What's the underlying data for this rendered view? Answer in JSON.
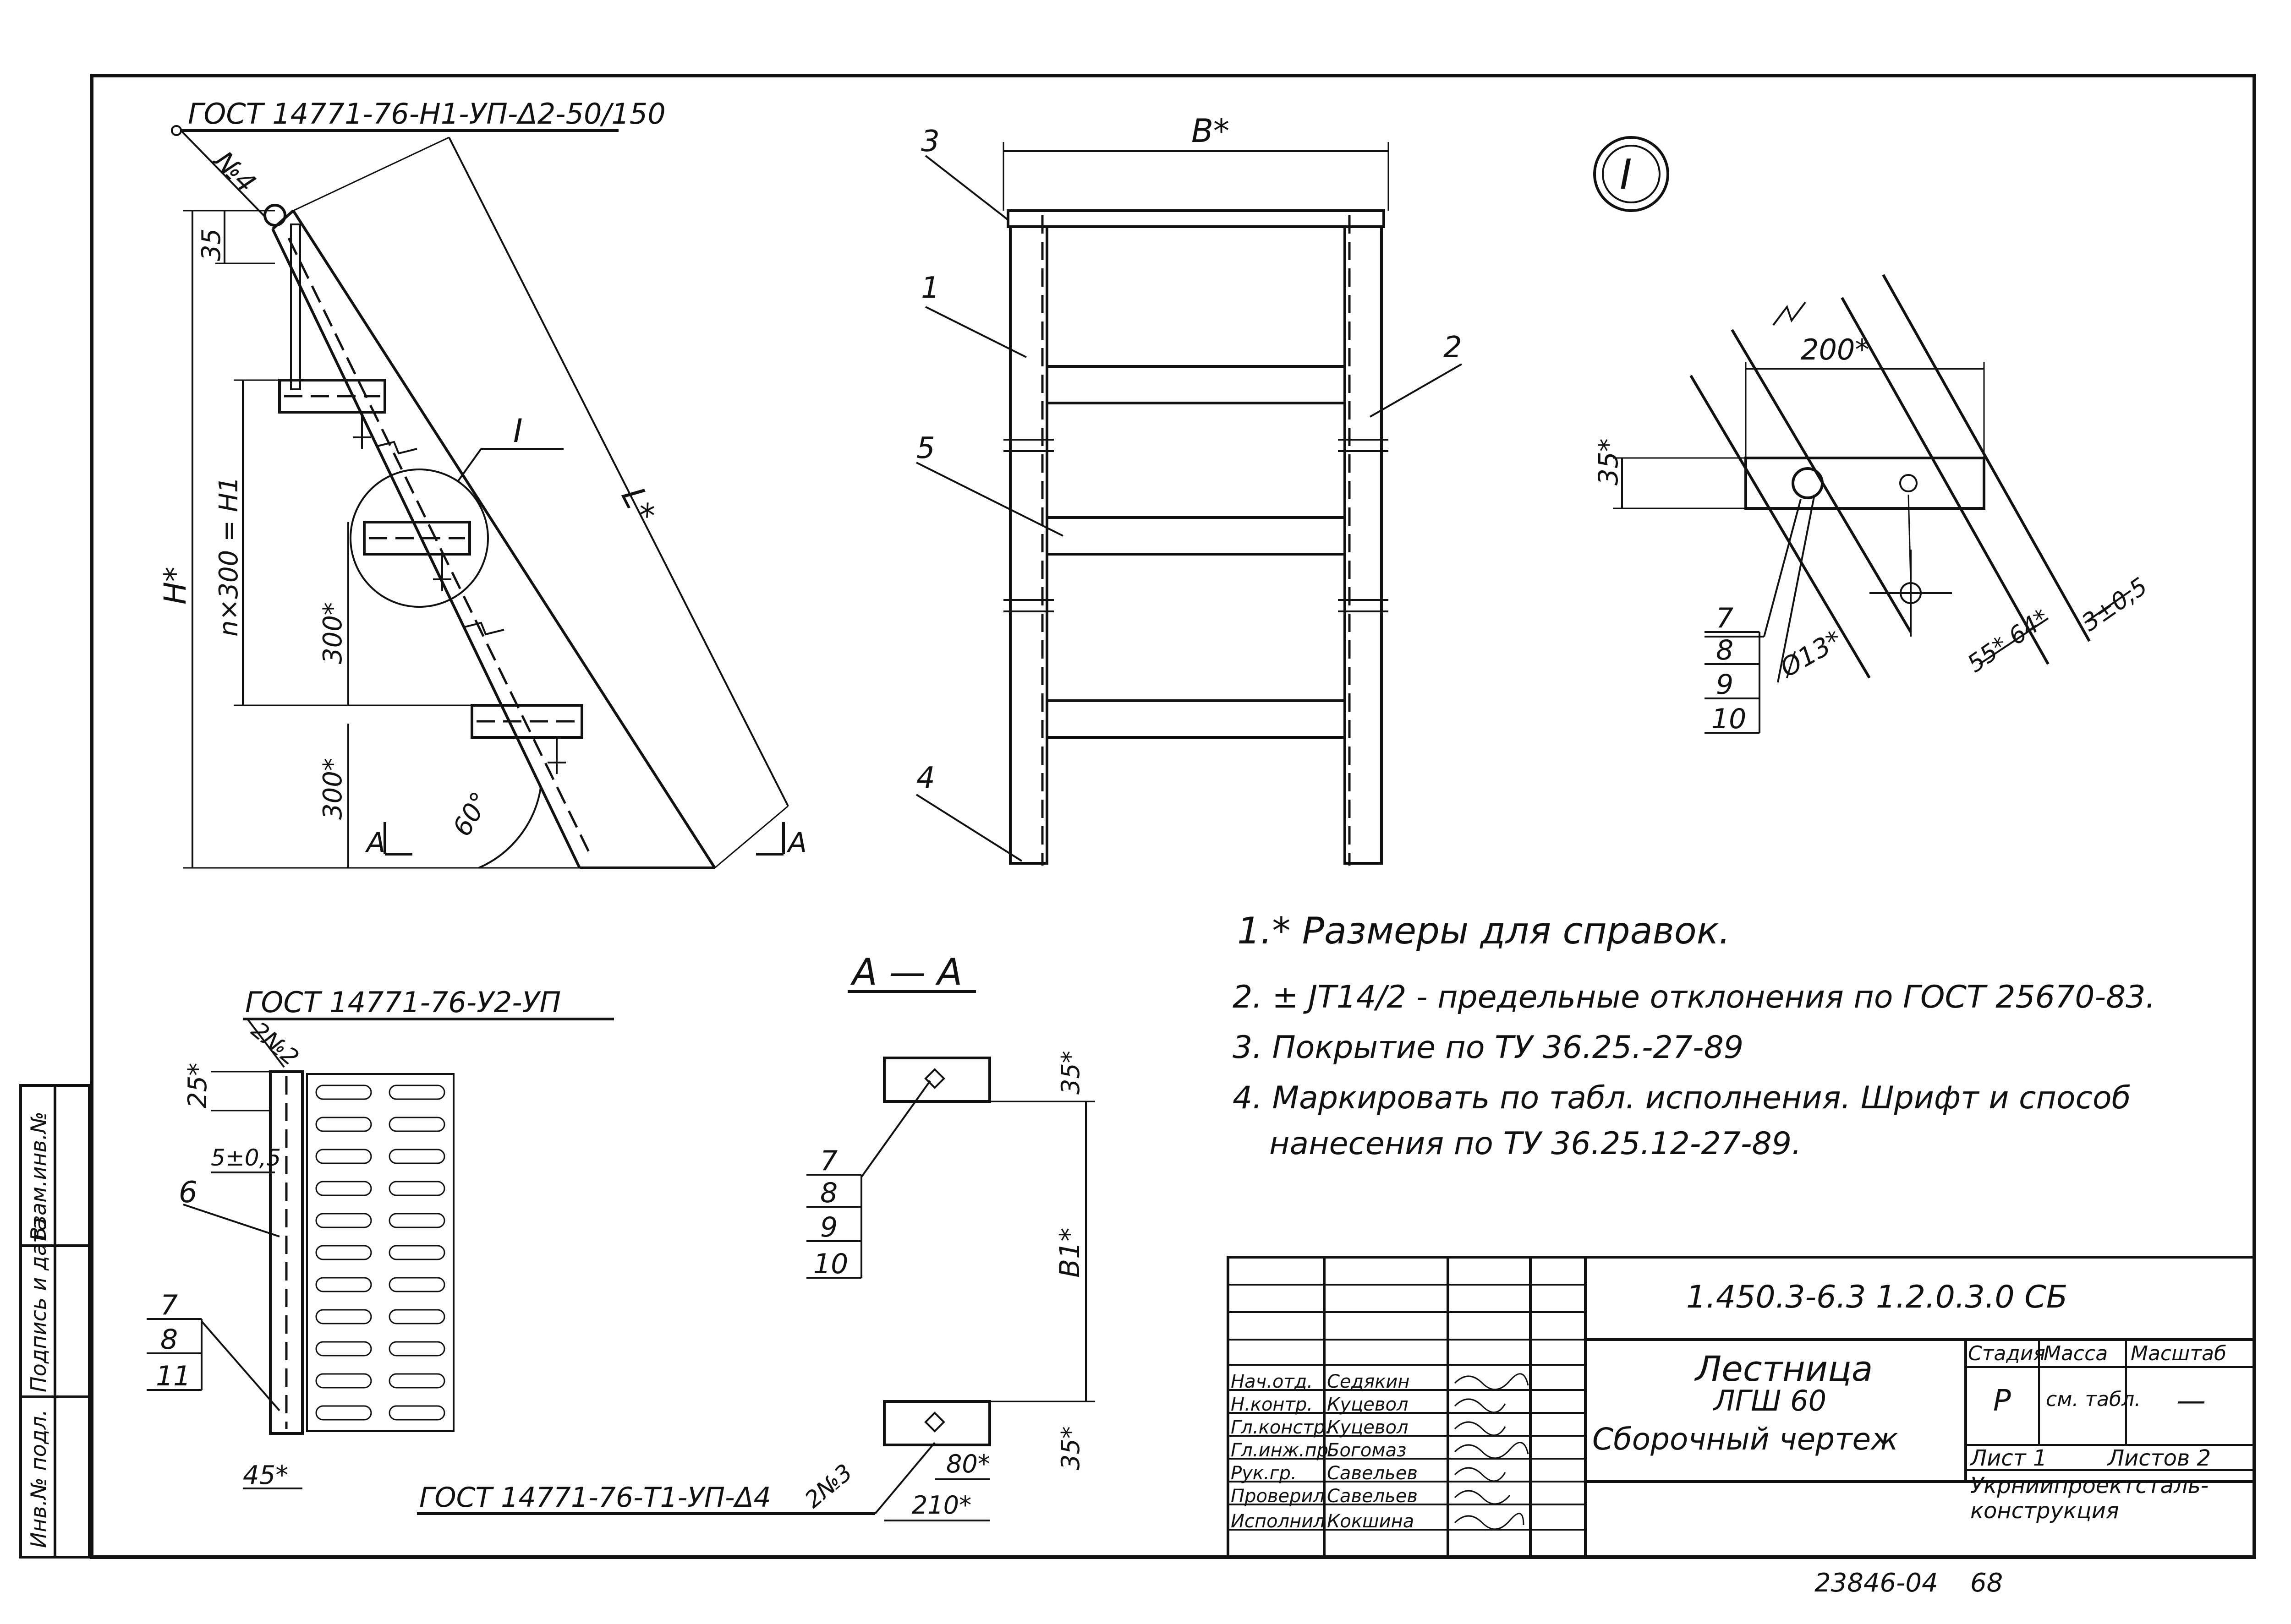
{
  "gost_top": "ГОСТ 14771-76-Н1-УП-Δ2-50/150",
  "gost_left": "ГОСТ 14771-76-У2-УП",
  "gost_bottom": "ГОСТ 14771-76-Т1-УП-Δ4",
  "weld_no": {
    "n4": "№4",
    "n2": "2№2",
    "n3": "2№3"
  },
  "detail_circle": "I",
  "section_title": "A — A",
  "section_mark": "A",
  "dims": {
    "b": "B*",
    "l": "L*",
    "h": "H*",
    "h1": "n×300 = H1",
    "d300a": "300*",
    "d300b": "300*",
    "d35": "35",
    "angle": "60°",
    "d200": "200*",
    "d35b": "35*",
    "d13": "Ø13*",
    "d55": "55*",
    "d64": "64*",
    "d3": "3±0,5",
    "d25": "25*",
    "d5": "5±0,5",
    "d45": "45*",
    "d35c": "35*",
    "d35d": "35*",
    "d80": "80*",
    "d210": "210*",
    "b1": "B1*"
  },
  "part_labels": {
    "p1": "1",
    "p2": "2",
    "p3": "3",
    "p4": "4",
    "p5": "5",
    "p6": "6",
    "pI": "I"
  },
  "stack_detail": [
    "7",
    "8",
    "9",
    "10"
  ],
  "stack_section": [
    "7",
    "8",
    "9",
    "10"
  ],
  "stack_left": [
    "7",
    "8",
    "11"
  ],
  "notes": [
    "1.* Размеры для справок.",
    "2. ± JT14/2 - предельные отклонения по ГОСТ 25670-83.",
    "3. Покрытие по ТУ 36.25.-27-89",
    "4. Маркировать по табл. исполнения. Шрифт и способ",
    "нанесения по ТУ 36.25.12-27-89."
  ],
  "title_block": {
    "doc_code": "1.450.3-6.3 1.2.0.3.0 СБ",
    "name_line1": "Лестница",
    "name_line2": "ЛГШ 60",
    "name_line3": "Сборочный чертеж",
    "hdr_stage": "Стадия",
    "hdr_mass": "Масса",
    "hdr_scale": "Масштаб",
    "stage": "Р",
    "mass": "см. табл.",
    "scale": "—",
    "sheet": "Лист 1",
    "sheets": "Листов 2",
    "org_line1": "Укрниипроектсталь-",
    "org_line2": "конструкция",
    "signers": [
      {
        "role": "Нач.отд.",
        "name": "Седякин"
      },
      {
        "role": "Н.контр.",
        "name": "Куцевол"
      },
      {
        "role": "Гл.констр.",
        "name": "Куцевол"
      },
      {
        "role": "Гл.инж.пр.",
        "name": "Богомаз"
      },
      {
        "role": "Рук.гр.",
        "name": "Савельев"
      },
      {
        "role": "Проверил",
        "name": "Савельев"
      },
      {
        "role": "Исполнил",
        "name": "Кокшина"
      }
    ]
  },
  "side_stamp": {
    "c1": "Инв.№ подл.",
    "c2": "Подпись и дата",
    "c3": "Взам.инв.№"
  },
  "archive_no": "23846-04",
  "page_no": "68"
}
